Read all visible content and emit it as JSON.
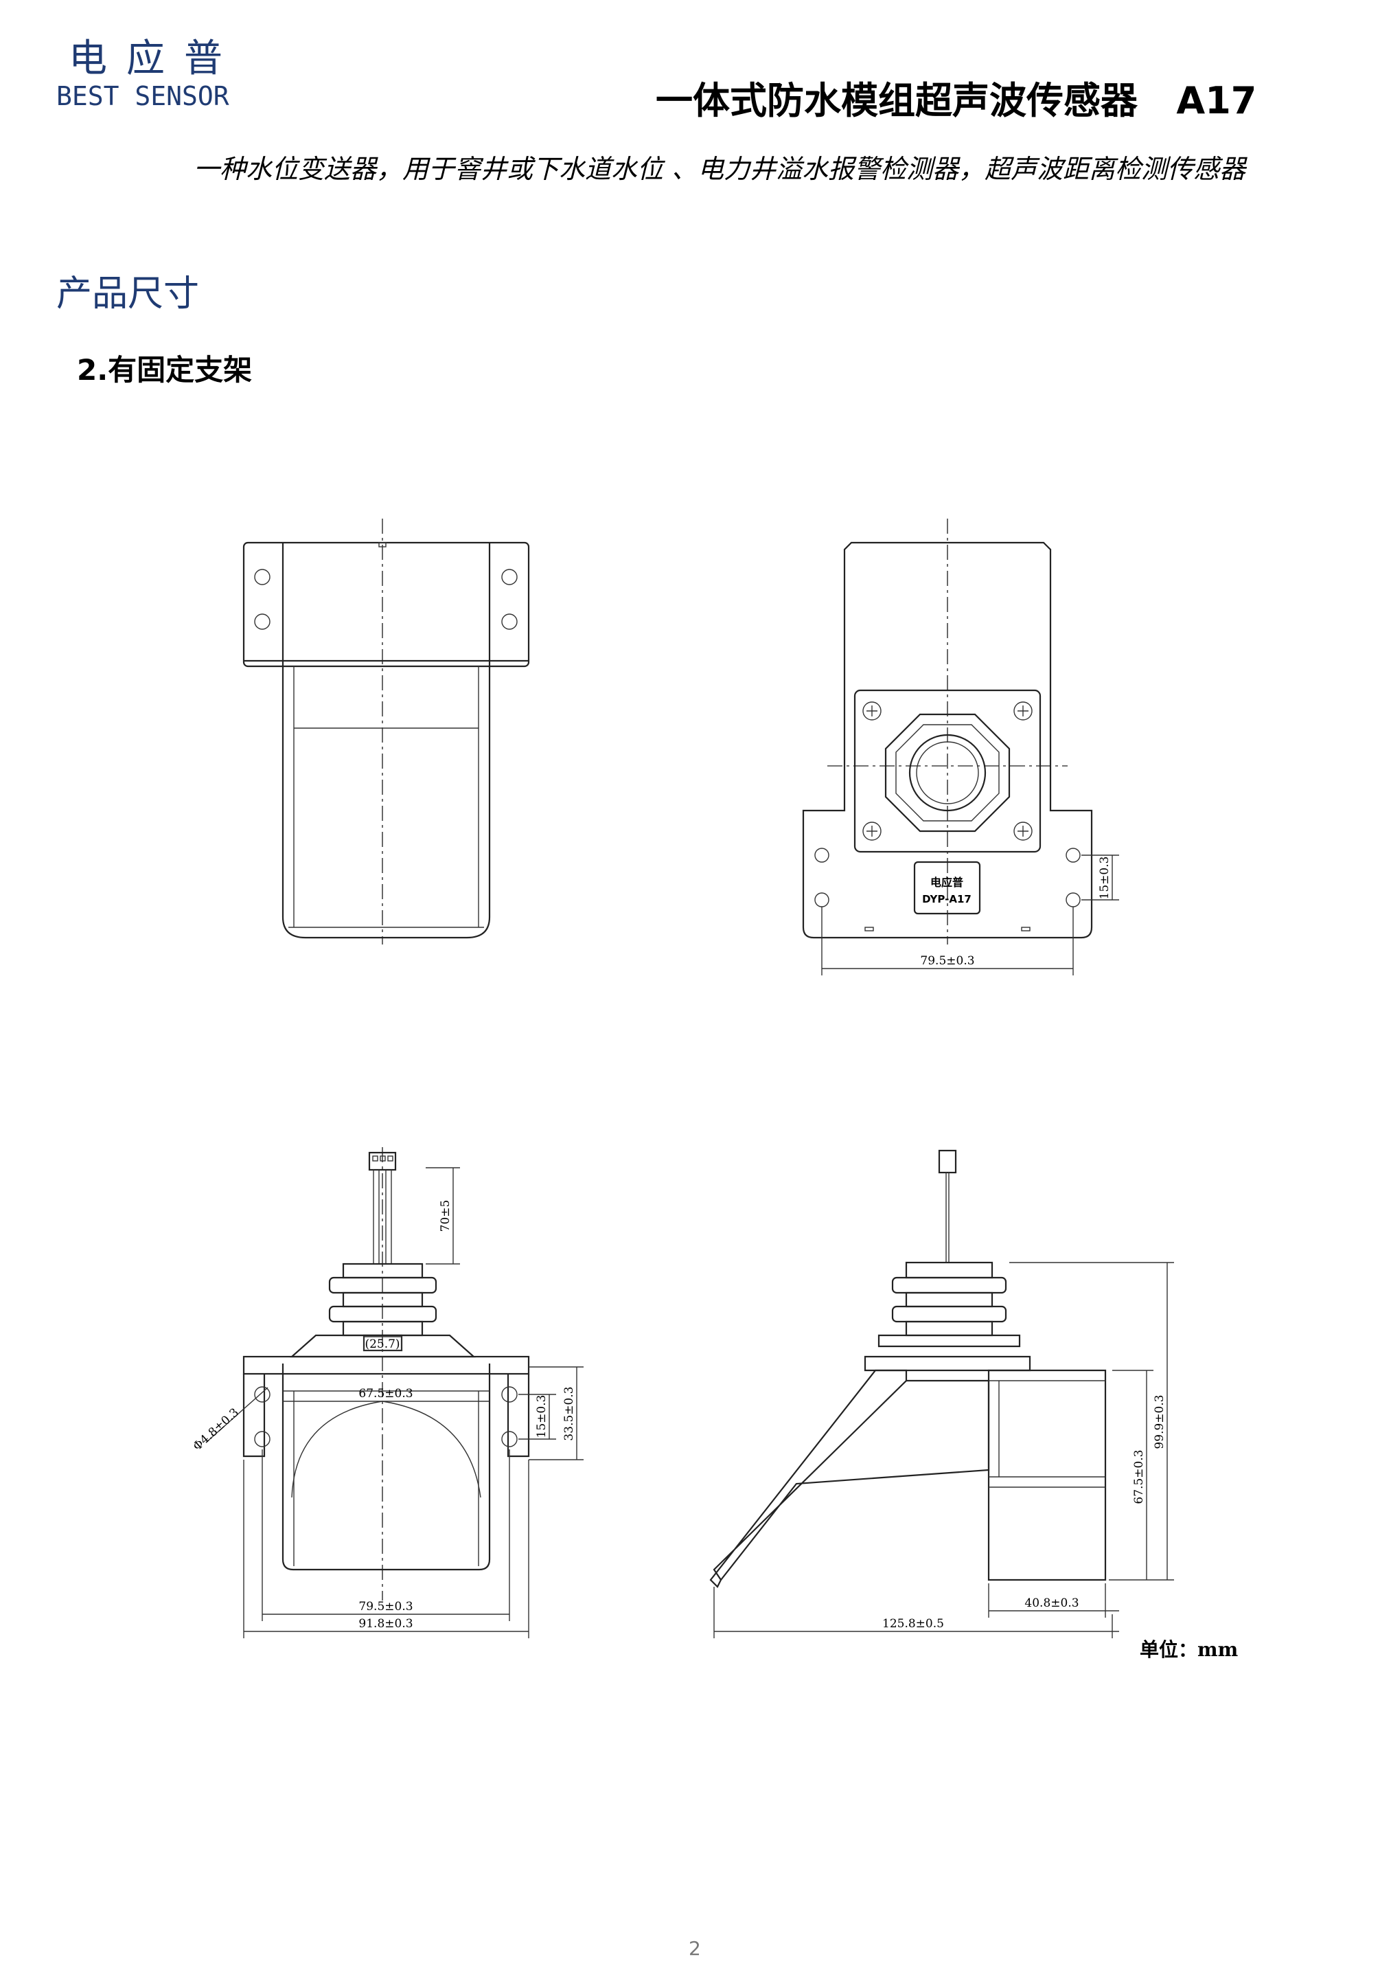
{
  "header": {
    "brand_cn": "电应普",
    "brand_en": "BEST SENSOR",
    "title": "一体式防水模组超声波传感器   A17",
    "subtitle": "一种水位变送器，用于窨井或下水道水位 、电力井溢水报警检测器，超声波距离检测传感器"
  },
  "section": {
    "title": "产品尺寸",
    "subtitle": "2.有固定支架"
  },
  "drawing": {
    "label_brand": "电应普",
    "label_model": "DYP-A17",
    "dims": {
      "front_width": "79.5±0.3",
      "front_hole": "15±0.3",
      "cable_len": "70±5",
      "thread": "(25.7)",
      "inner_width": "67.5±0.3",
      "hole_dia": "Φ4.8±0.3",
      "hole_spacing": "15±0.3",
      "bracket_height": "33.5±0.3",
      "bottom_inner": "79.5±0.3",
      "bottom_outer": "91.8±0.3",
      "side_height_a": "67.5±0.3",
      "side_height_b": "99.9±0.3",
      "side_base": "40.8±0.3",
      "side_total": "125.8±0.5"
    },
    "unit": "单位：mm"
  },
  "footer": {
    "page_number": "2"
  }
}
